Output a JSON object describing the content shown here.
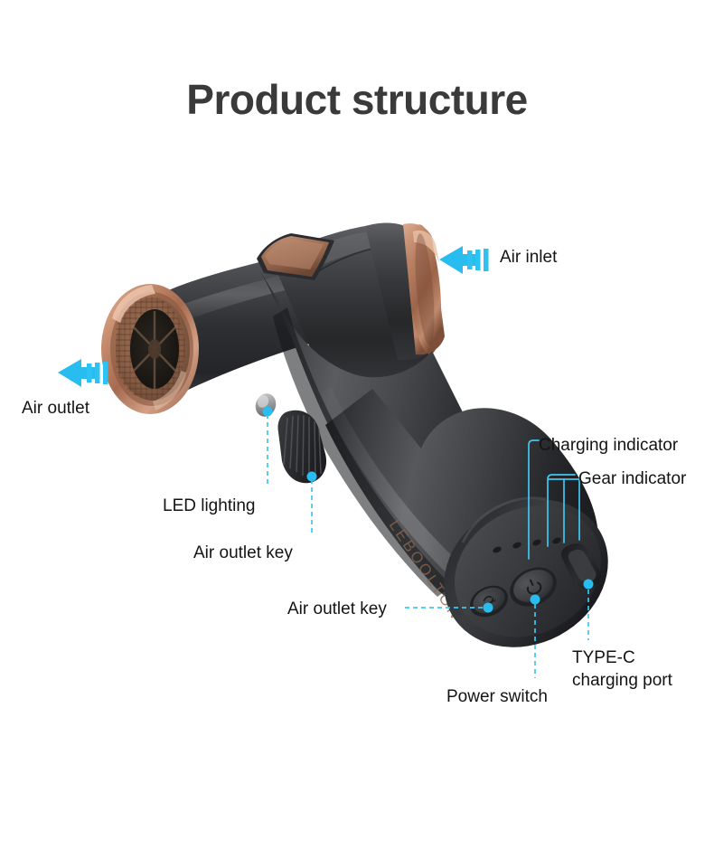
{
  "page": {
    "title": "Product structure",
    "background_color": "#ffffff",
    "title_color": "#3a3a3a"
  },
  "theme": {
    "accent_cyan": "#29bdef",
    "leader_line_color": "#3fc6f2",
    "label_color": "#141414",
    "body_dark": "#3b3c3e",
    "body_darker": "#222326",
    "copper": "#b07a5e",
    "copper_light": "#d9a289",
    "copper_dark": "#8a5740"
  },
  "product": {
    "name": "handheld air blower",
    "brand_text": "LEBOOLTON",
    "body_color": "#3b3c3e",
    "accent_trim_color": "#b07a5e"
  },
  "callouts": [
    {
      "id": "air-inlet",
      "label": "Air inlet",
      "marker": "arrow",
      "arrow_direction": "left",
      "arrow_color": "#29bdef"
    },
    {
      "id": "air-outlet",
      "label": "Air outlet",
      "marker": "arrow",
      "arrow_direction": "left",
      "arrow_color": "#29bdef"
    },
    {
      "id": "charging-indicator",
      "label": "Charging indicator",
      "marker": "solid-leader-line"
    },
    {
      "id": "gear-indicator",
      "label": "Gear indicator",
      "marker": "solid-leader-line"
    },
    {
      "id": "led-lighting",
      "label": "LED lighting",
      "marker": "dashed-leader-line"
    },
    {
      "id": "air-outlet-key-top",
      "label": "Air outlet key",
      "marker": "dashed-leader-line"
    },
    {
      "id": "air-outlet-key-bottom",
      "label": "Air outlet key",
      "marker": "dashed-leader-line"
    },
    {
      "id": "type-c-charging-port",
      "label": "TYPE-C charging port",
      "label_line_1": "TYPE-C",
      "label_line_2": "charging port",
      "marker": "dashed-leader-line"
    },
    {
      "id": "power-switch",
      "label": "Power switch",
      "marker": "dashed-leader-line"
    }
  ],
  "indicators": {
    "gear_dot_count": 4
  }
}
